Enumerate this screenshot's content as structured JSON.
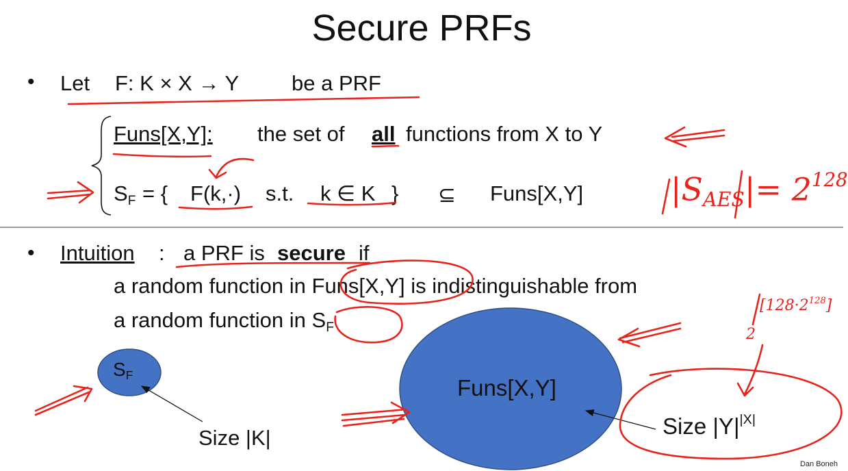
{
  "title": "Secure PRFs",
  "bullet1": {
    "marker": "•",
    "let": "Let",
    "f_def": "F:  K × X  →  Y",
    "be_a_prf": "be a PRF"
  },
  "funs": {
    "label": "Funs[X,Y]:",
    "text_pre": "the set of",
    "text_bold": "all",
    "text_post": "functions from X to Y"
  },
  "sf": {
    "s": "S",
    "sub": "F",
    "eq": "=  {",
    "fk": "F(k,·)",
    "st": "s.t.",
    "kin": "k ∈ K",
    "close": "}",
    "subset": "⊆",
    "funs": "Funs[X,Y]"
  },
  "bullet2": {
    "marker": "•",
    "intuition": "Intuition",
    "colon": ":",
    "pre": "a PRF is",
    "bold": "secure",
    "post": "if",
    "line2": "a random function in Funs[X,Y] is indistinguishable from",
    "line3_pre": "a random function in S",
    "line3_sub": "F"
  },
  "diagram": {
    "small_s": "S",
    "small_sub": "F",
    "size_k": "Size |K|",
    "big_label": "Funs[X,Y]",
    "size_y": "Size |Y|",
    "size_y_exp": "|X|",
    "fill_color": "#4472c4",
    "stroke_color": "#2f4f85"
  },
  "handwriting": {
    "ink_color": "#e8231c",
    "aes_s": "|S",
    "aes_sub": "AES",
    "aes_eq": "|= 2",
    "aes_exp": "128",
    "calc_main": "[128·2",
    "calc_exp": "128",
    "calc_close": "]",
    "calc_base": "2"
  },
  "credit": "Dan Boneh"
}
